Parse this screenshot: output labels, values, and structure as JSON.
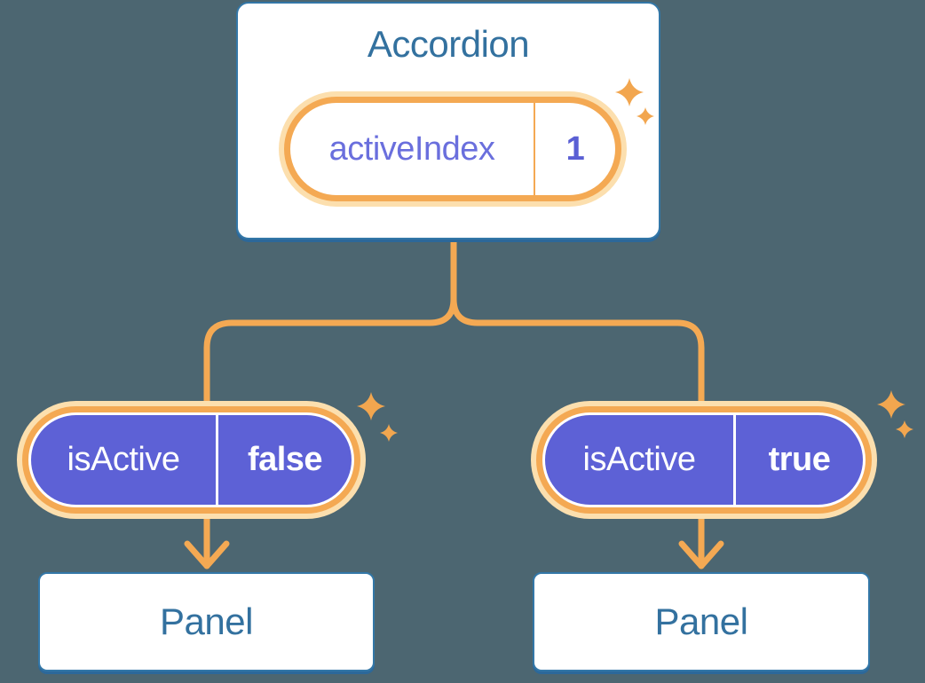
{
  "canvas": {
    "background": "#4c6671"
  },
  "palette": {
    "card_fill": "#ffffff",
    "card_border_blue": "#3377a7",
    "card_shadow_blue": "#2c689a",
    "title_text_blue": "#33719f",
    "connector_orange": "#f4a953",
    "pill_halo_cream": "#fcdfae",
    "pill_purple": "#5d61d6",
    "state_label_purple": "#6a6fdd",
    "state_value_purple": "#5a5fd4",
    "pill_text_white": "#ffffff",
    "sparkle_orange": "#f2a64f"
  },
  "icons": {
    "sparkle": {
      "name": "sparkle-icon",
      "glyph": "✦"
    }
  },
  "diagram": {
    "root": {
      "title": "Accordion",
      "state_pill": {
        "label": "activeIndex",
        "value": "1"
      }
    },
    "branches": [
      {
        "prop_pill": {
          "label": "isActive",
          "value": "false"
        },
        "panel": {
          "title": "Panel"
        }
      },
      {
        "prop_pill": {
          "label": "isActive",
          "value": "true"
        },
        "panel": {
          "title": "Panel"
        }
      }
    ]
  }
}
